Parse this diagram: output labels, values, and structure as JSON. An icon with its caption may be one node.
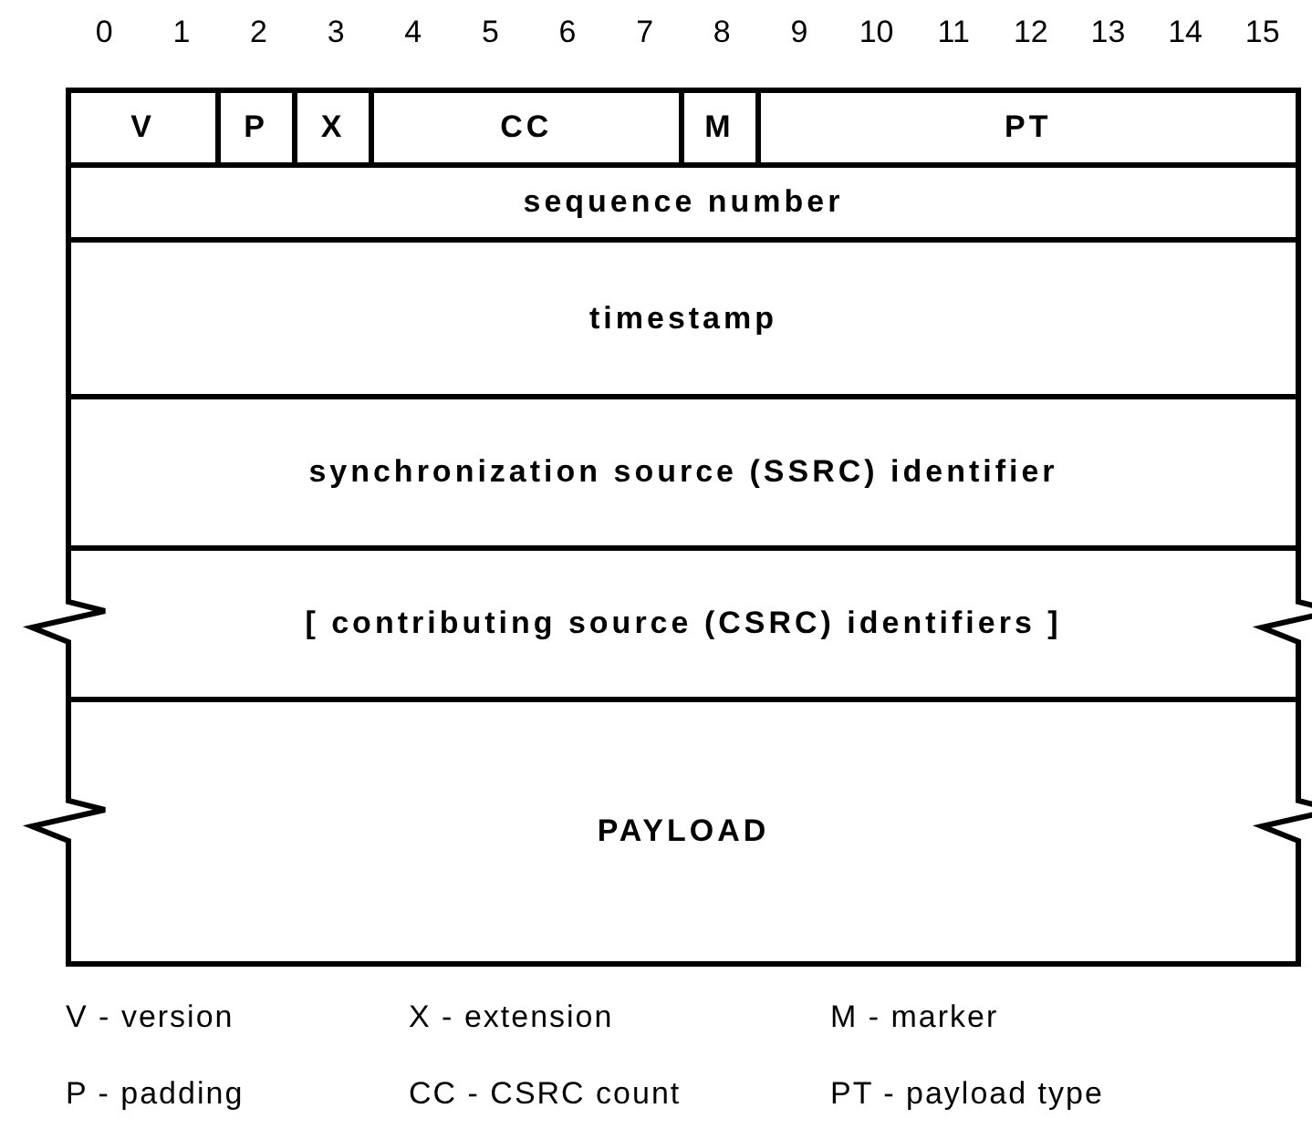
{
  "diagram": {
    "nodes": [
      {
        "text": [
          "V"
        ]
      },
      {
        "text": [
          "P"
        ]
      },
      {
        "text": [
          "X"
        ]
      },
      {
        "text": [
          "CC"
        ]
      },
      {
        "text": [
          "M"
        ]
      },
      {
        "text": [
          "PT"
        ]
      },
      {
        "text": [
          "sequence number"
        ]
      },
      {
        "text": [
          "timestamp"
        ]
      },
      {
        "text": [
          "synchronization source (SSRC) identifier"
        ]
      },
      {
        "text": [
          "[ contributing source (CSRC) identifiers ]"
        ]
      },
      {
        "text": [
          "PAYLOAD"
        ]
      }
    ],
    "edges": [],
    "labels": [
      "0",
      "1",
      "2",
      "3",
      "4",
      "5",
      "6",
      "7",
      "8",
      "9",
      "10",
      "11",
      "12",
      "13",
      "14",
      "15",
      "V - version",
      "X - extension",
      "M - marker",
      "P - padding",
      "CC - CSRC count",
      "PT - payload type"
    ]
  }
}
